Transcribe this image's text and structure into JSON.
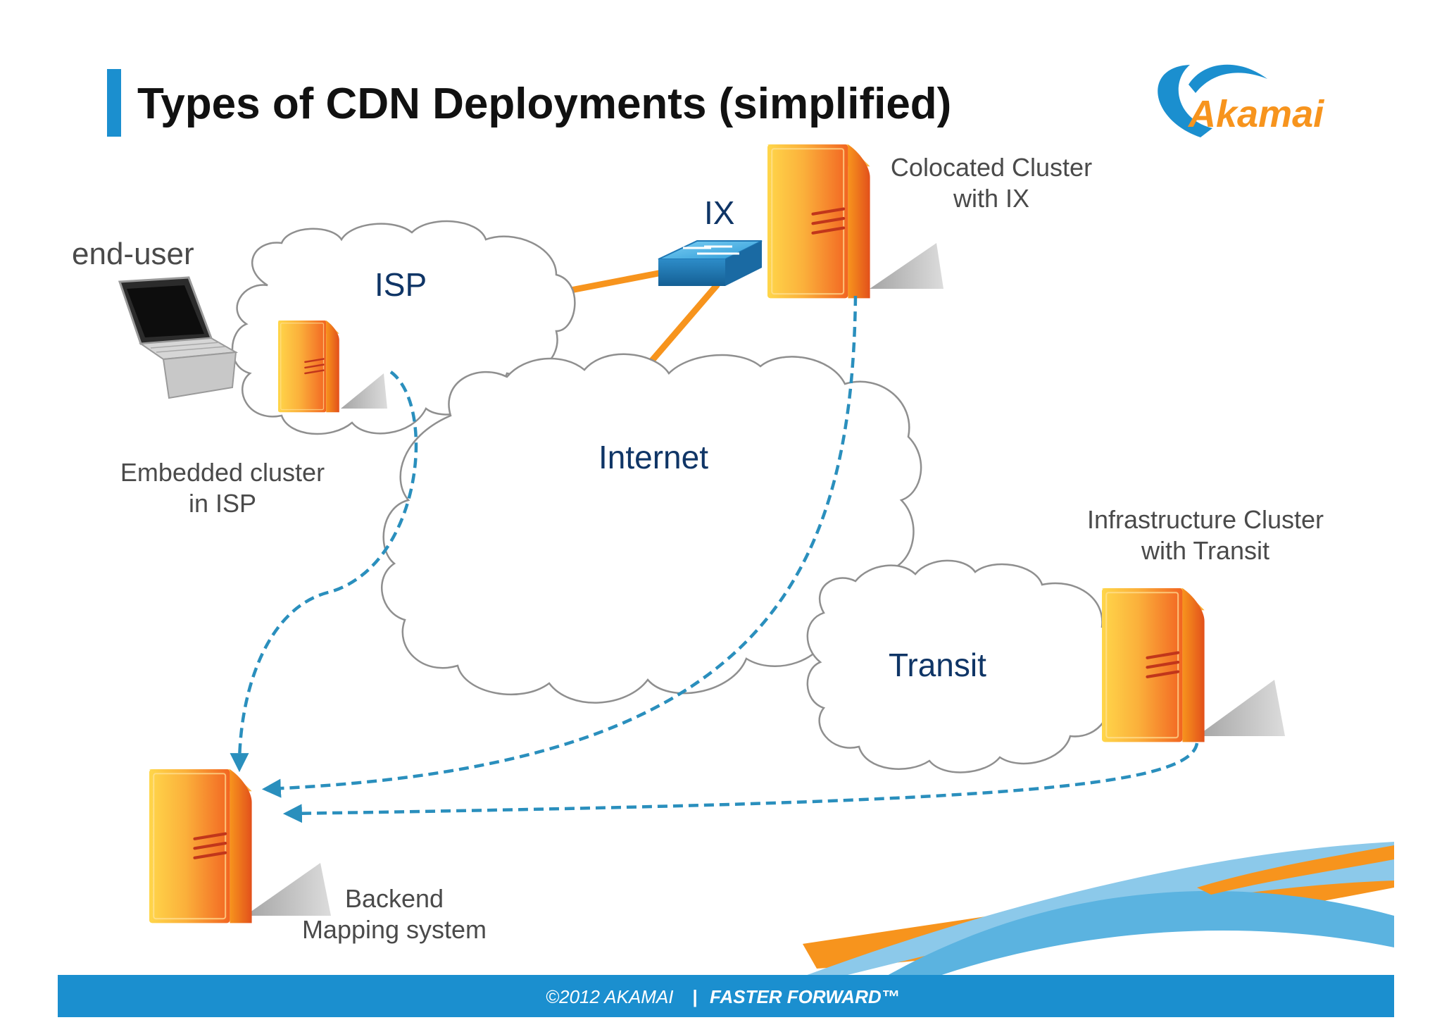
{
  "slide": {
    "title": "Types of CDN Deployments (simplified)",
    "logo_text": "Akamai"
  },
  "labels": {
    "end_user": "end-user",
    "isp": "ISP",
    "ix": "IX",
    "internet": "Internet",
    "transit": "Transit",
    "colocated_line1": "Colocated Cluster",
    "colocated_line2": "with IX",
    "embedded_line1": "Embedded cluster",
    "embedded_line2": "in ISP",
    "infrastructure_line1": "Infrastructure Cluster",
    "infrastructure_line2": "with Transit",
    "backend_line1": "Backend",
    "backend_line2": "Mapping system"
  },
  "footer": {
    "copyright": "©2012 AKAMAI",
    "separator": "|",
    "tagline": "FASTER FORWARD™"
  },
  "colors": {
    "accent_blue": "#1b8fcf",
    "server_orange": "#f7941d",
    "link_orange": "#f7941d",
    "dashed_blue": "#2a8fbd",
    "label_navy": "#0f3566"
  },
  "icons": [
    "server-icon",
    "network-switch-icon",
    "laptop-icon",
    "cloud-shape",
    "akamai-logo"
  ]
}
